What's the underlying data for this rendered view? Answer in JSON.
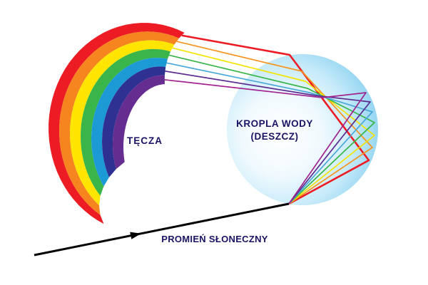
{
  "diagram": {
    "title": "rainbow-formation-in-water-drop",
    "labels": {
      "rainbow": "TĘCZA",
      "drop_line1": "KROPLA WODY",
      "drop_line2": "(DESZCZ)",
      "sunray": "PROMIEŃ SŁONECZNY"
    },
    "colors": {
      "background": "#ffffff",
      "label_text": "#1b1464",
      "sun_ray": "#000000",
      "drop_center": "#ffffff",
      "drop_mid": "#e9f7fd",
      "drop_edge": "#8bd1f0",
      "bands": [
        {
          "name": "red",
          "hex": "#ed1c24"
        },
        {
          "name": "orange",
          "hex": "#f6851f"
        },
        {
          "name": "yellow",
          "hex": "#ffe500"
        },
        {
          "name": "green",
          "hex": "#39b54a"
        },
        {
          "name": "blue",
          "hex": "#1c9ad6"
        },
        {
          "name": "indigo",
          "hex": "#2e3192"
        },
        {
          "name": "violet",
          "hex": "#662d91"
        }
      ],
      "rays": [
        {
          "name": "red",
          "hex": "#ed1c24"
        },
        {
          "name": "orange",
          "hex": "#f7941d"
        },
        {
          "name": "yellow",
          "hex": "#f5e400"
        },
        {
          "name": "green",
          "hex": "#39b54a"
        },
        {
          "name": "blue",
          "hex": "#4aa8d8"
        },
        {
          "name": "indigo",
          "hex": "#5c2d91"
        },
        {
          "name": "violet",
          "hex": "#a3238e"
        }
      ]
    }
  }
}
